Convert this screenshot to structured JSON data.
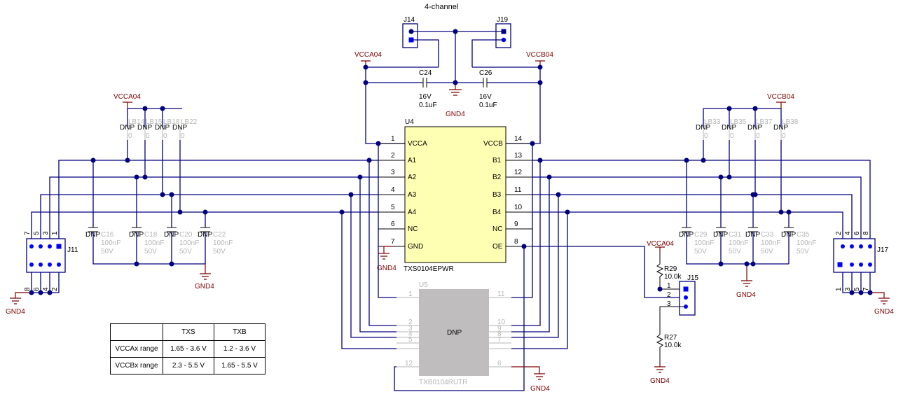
{
  "title": "4-channel",
  "u4": {
    "ref": "U4",
    "part": "TXS0104EPWR",
    "pins_left": [
      {
        "num": "1",
        "name": "VCCA"
      },
      {
        "num": "2",
        "name": "A1"
      },
      {
        "num": "3",
        "name": "A2"
      },
      {
        "num": "4",
        "name": "A3"
      },
      {
        "num": "5",
        "name": "A4"
      },
      {
        "num": "6",
        "name": "NC"
      },
      {
        "num": "7",
        "name": "GND"
      }
    ],
    "pins_right": [
      {
        "num": "14",
        "name": "VCCB"
      },
      {
        "num": "13",
        "name": "B1"
      },
      {
        "num": "12",
        "name": "B2"
      },
      {
        "num": "11",
        "name": "B3"
      },
      {
        "num": "10",
        "name": "B4"
      },
      {
        "num": "9",
        "name": "NC"
      },
      {
        "num": "8",
        "name": "OE"
      }
    ]
  },
  "u5": {
    "ref": "U5",
    "part": "TXB0104RUTR",
    "label": "DNP",
    "pins_left": [
      "1",
      "2",
      "3",
      "4",
      "5",
      "12"
    ],
    "pins_right": [
      "11",
      "10",
      "9",
      "8",
      "7",
      "6"
    ]
  },
  "net": {
    "vcca": "VCCA04",
    "vccb": "VCCB04",
    "gnd": "GND4"
  },
  "caps_top": [
    {
      "ref": "C24",
      "voltage": "16V",
      "value": "0.1uF"
    },
    {
      "ref": "C26",
      "voltage": "16V",
      "value": "0.1uF"
    }
  ],
  "jumpers_top": {
    "left": "J14",
    "right": "J19"
  },
  "dnp": "DNP",
  "left_res": [
    "LB14",
    "LB15",
    "LB18",
    "LB22"
  ],
  "right_res": [
    "LB33",
    "LB35",
    "LB37",
    "LB38"
  ],
  "res_val": "0",
  "left_caps": [
    "C16",
    "C18",
    "C20",
    "C22"
  ],
  "right_caps": [
    "C29",
    "C31",
    "C33",
    "C35"
  ],
  "cap_val": "100nF",
  "cap_v": "50V",
  "j11": {
    "ref": "J11",
    "top_pins": [
      "7",
      "5",
      "3",
      "1"
    ],
    "bottom_pins": [
      "8",
      "6",
      "4",
      "2"
    ]
  },
  "j17": {
    "ref": "J17",
    "top_pins": [
      "2",
      "4",
      "6",
      "8"
    ],
    "bottom_pins": [
      "1",
      "3",
      "5",
      "7"
    ]
  },
  "j15": {
    "ref": "J15",
    "pins": [
      "1",
      "2",
      "3"
    ]
  },
  "r29": {
    "ref": "R29",
    "value": "10.0k"
  },
  "r27": {
    "ref": "R27",
    "value": "10.0k"
  },
  "table": {
    "headers": [
      "",
      "TXS",
      "TXB"
    ],
    "rows": [
      [
        "VCCAx range",
        "1.65 - 3.6 V",
        "1.2 - 3.6 V"
      ],
      [
        "VCCBx range",
        "2.3 - 5.5 V",
        "1.65 - 5.5 V"
      ]
    ]
  }
}
